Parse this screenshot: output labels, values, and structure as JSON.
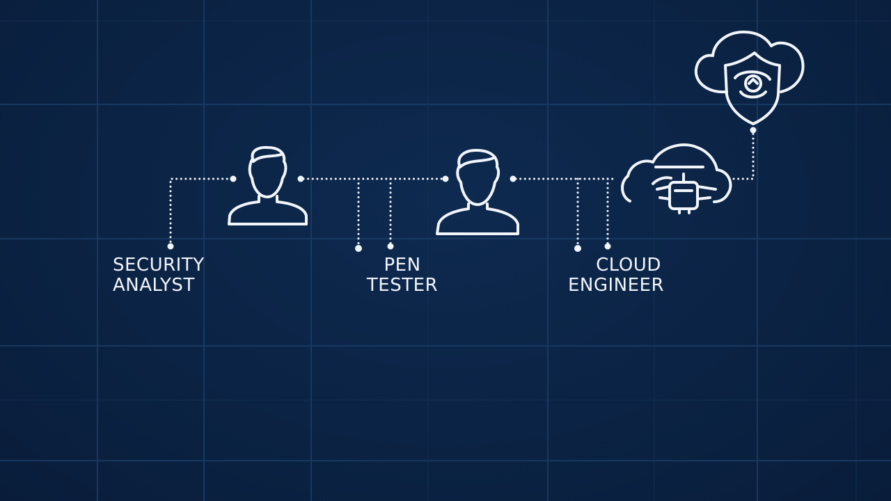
{
  "roles": [
    {
      "id": "security-analyst",
      "lines": [
        "SECURITY",
        "ANALYST"
      ]
    },
    {
      "id": "pen-tester",
      "lines": [
        "PEN",
        "TESTER"
      ]
    },
    {
      "id": "cloud-engineer",
      "lines": [
        "CLOUD",
        "ENGINEER"
      ]
    }
  ],
  "colors": {
    "background": "#0b2344",
    "grid": "#1b3d66",
    "stroke": "#f2f6fb"
  },
  "icons": [
    "person-icon",
    "person-icon",
    "cloud-server-icon",
    "cloud-shield-icon"
  ]
}
